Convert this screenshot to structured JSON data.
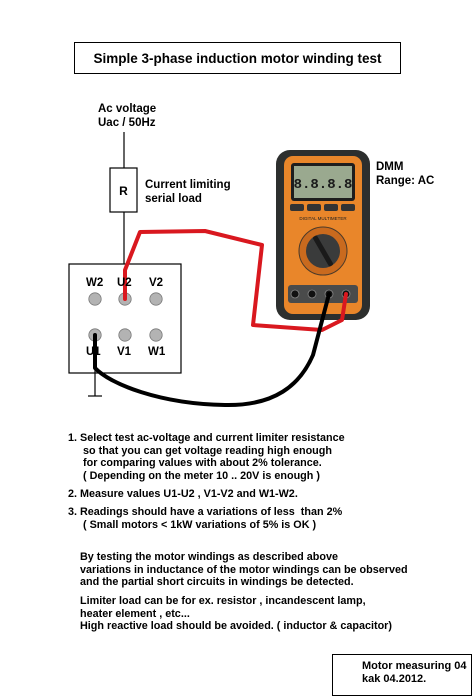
{
  "title": "Simple 3-phase induction motor winding test",
  "supply": {
    "line1": "Ac voltage",
    "line2": "Uac / 50Hz"
  },
  "resistor": {
    "symbol": "R",
    "line1": "Current limiting",
    "line2": "serial load"
  },
  "meter": {
    "line1": "DMM",
    "line2": "Range: AC",
    "display_text": "8.8.8.8",
    "brand_text": "DIGITAL MULTIMETER"
  },
  "terminals": {
    "top": [
      "W2",
      "U2",
      "V2"
    ],
    "bottom": [
      "U1",
      "V1",
      "W1"
    ]
  },
  "instructions": [
    "1. Select test ac-voltage and current limiter resistance\n     so that you can get voltage reading high enough\n     for comparing values with about 2% tolerance.\n     ( Depending on the meter 10 .. 20V is enough )",
    "2. Measure values U1-U2 , V1-V2 and W1-W2.",
    "3. Readings should have a variations of less  than 2%\n     ( Small motors < 1kW variations of 5% is OK )"
  ],
  "notes": [
    "By testing the motor windings as described above\nvariations in inductance of the motor windings can be observed\nand the partial short circuits in windings be detected.",
    "Limiter load can be for ex. resistor , incandescent lamp,\nheater element , etc...\nHigh reactive load should be avoided. ( inductor & capacitor)"
  ],
  "footer": {
    "line1": "Motor measuring 04",
    "line2": "kak 04.2012."
  },
  "colors": {
    "red_lead": "#d9181f",
    "black_lead": "#000000",
    "meter_body": "#e9862a",
    "meter_frame": "#2d2f2e",
    "display": "#9aa98f"
  }
}
